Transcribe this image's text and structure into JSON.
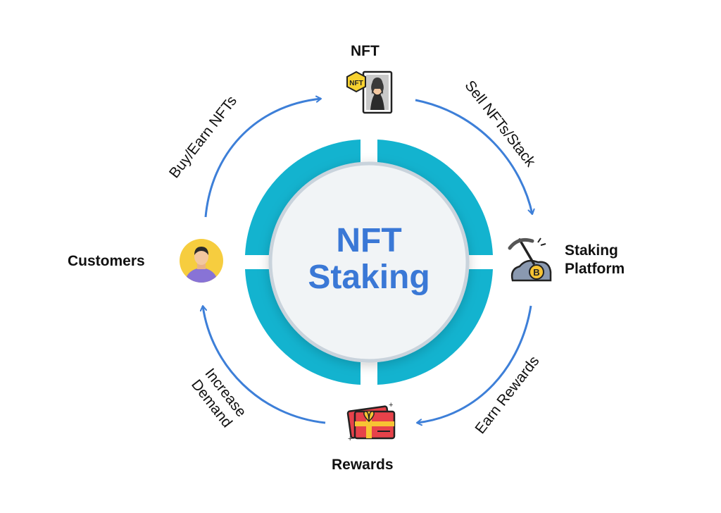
{
  "center": {
    "line1": "NFT",
    "line2": "Staking"
  },
  "nodes": {
    "nft": {
      "label": "NFT",
      "icon": "nft-avatar-icon"
    },
    "staking": {
      "line1": "Staking",
      "line2": "Platform",
      "icon": "mining-pickaxe-bitcoin-icon"
    },
    "rewards": {
      "label": "Rewards",
      "icon": "gift-card-icon"
    },
    "customers": {
      "label": "Customers",
      "icon": "customer-avatar-icon"
    }
  },
  "arrows": {
    "buy_earn": "Buy/Earn NFTs",
    "sell_stack": "Sell NFTs/Stack",
    "earn_rewards": "Earn Rewards",
    "increase_demand": {
      "line1": "Increase",
      "line2": "Demand"
    }
  },
  "colors": {
    "accent": "#3a78d6",
    "ring": "#13b3cf",
    "center_fill": "#f1f4f6",
    "arrow": "#3d7fd8"
  }
}
